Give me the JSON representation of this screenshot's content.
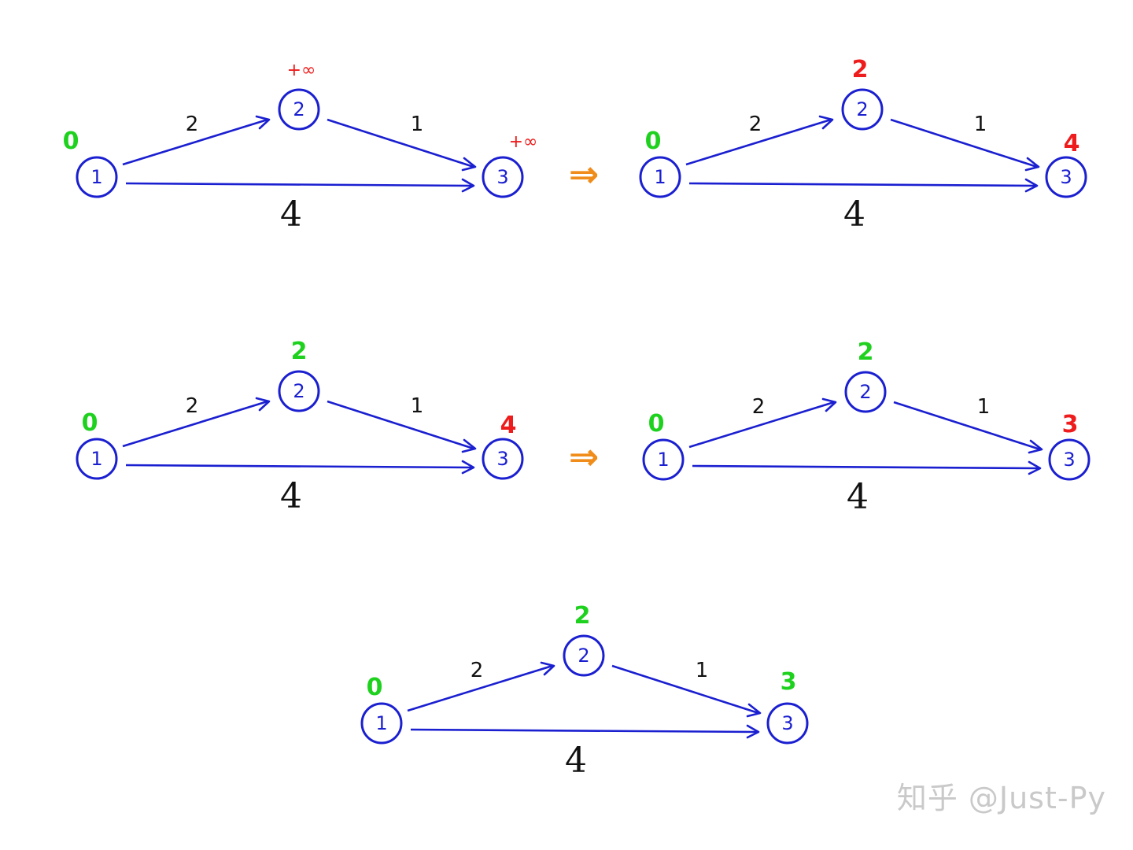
{
  "colors": {
    "node": "#1a1fd0",
    "edge": "#1a1fd0",
    "weight_text": "#111111",
    "dist_tentative": "#ee1c1c",
    "dist_final": "#1fd11f",
    "transition_arrow": "#f08c1a",
    "watermark": "#c9c9c9"
  },
  "transition_symbol": "⇒",
  "watermark": "知乎 @Just-Py",
  "panels": [
    {
      "nodes": [
        {
          "label": "1"
        },
        {
          "label": "2"
        },
        {
          "label": "3"
        }
      ],
      "edges": [
        {
          "weight": "2"
        },
        {
          "weight": "1"
        },
        {
          "weight": "4"
        }
      ],
      "distances": [
        {
          "value": "0",
          "status": "final"
        },
        {
          "value": "+∞",
          "status": "tentative"
        },
        {
          "value": "+∞",
          "status": "tentative"
        }
      ]
    },
    {
      "nodes": [
        {
          "label": "1"
        },
        {
          "label": "2"
        },
        {
          "label": "3"
        }
      ],
      "edges": [
        {
          "weight": "2"
        },
        {
          "weight": "1"
        },
        {
          "weight": "4"
        }
      ],
      "distances": [
        {
          "value": "0",
          "status": "final"
        },
        {
          "value": "2",
          "status": "tentative"
        },
        {
          "value": "4",
          "status": "tentative"
        }
      ]
    },
    {
      "nodes": [
        {
          "label": "1"
        },
        {
          "label": "2"
        },
        {
          "label": "3"
        }
      ],
      "edges": [
        {
          "weight": "2"
        },
        {
          "weight": "1"
        },
        {
          "weight": "4"
        }
      ],
      "distances": [
        {
          "value": "0",
          "status": "final"
        },
        {
          "value": "2",
          "status": "final"
        },
        {
          "value": "4",
          "status": "tentative"
        }
      ]
    },
    {
      "nodes": [
        {
          "label": "1"
        },
        {
          "label": "2"
        },
        {
          "label": "3"
        }
      ],
      "edges": [
        {
          "weight": "2"
        },
        {
          "weight": "1"
        },
        {
          "weight": "4"
        }
      ],
      "distances": [
        {
          "value": "0",
          "status": "final"
        },
        {
          "value": "2",
          "status": "final"
        },
        {
          "value": "3",
          "status": "tentative"
        }
      ]
    },
    {
      "nodes": [
        {
          "label": "1"
        },
        {
          "label": "2"
        },
        {
          "label": "3"
        }
      ],
      "edges": [
        {
          "weight": "2"
        },
        {
          "weight": "1"
        },
        {
          "weight": "4"
        }
      ],
      "distances": [
        {
          "value": "0",
          "status": "final"
        },
        {
          "value": "2",
          "status": "final"
        },
        {
          "value": "3",
          "status": "final"
        }
      ]
    }
  ]
}
